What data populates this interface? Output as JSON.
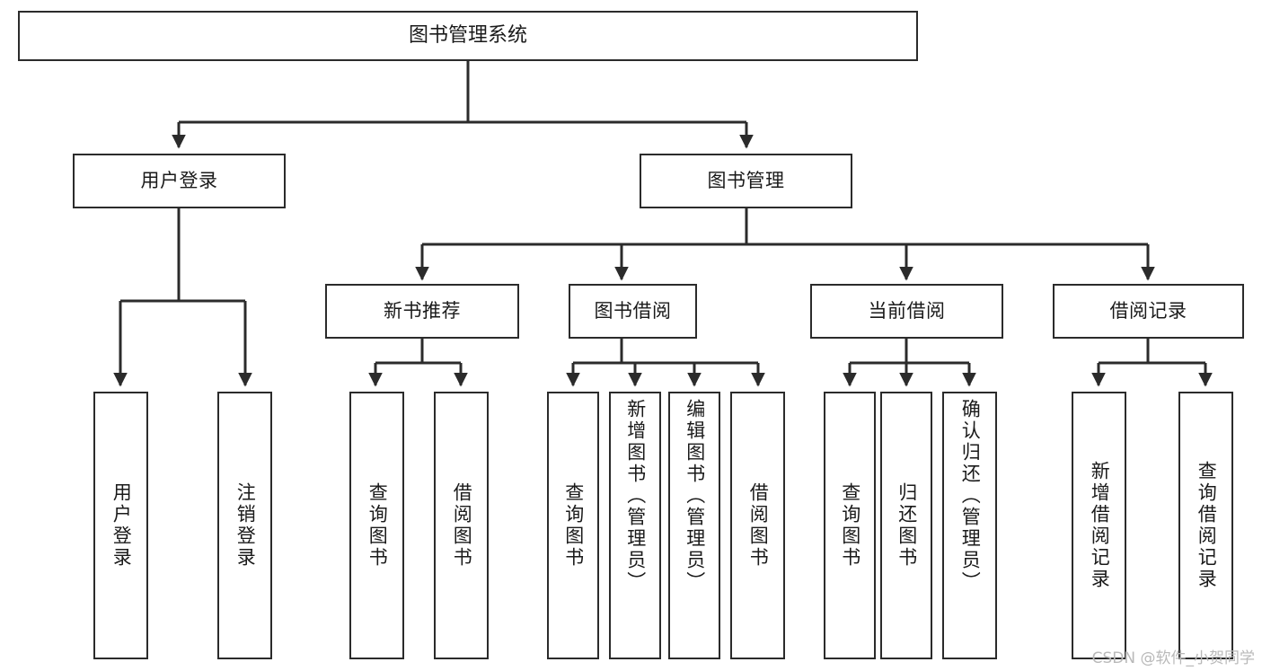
{
  "diagram": {
    "title": "图书管理系统",
    "type": "tree",
    "watermark": "CSDN @软件_小贺同学",
    "colors": {
      "box_border": "#2b2b2b",
      "box_fill": "#ffffff",
      "edge": "#2b2b2b",
      "text": "#1a1a1a",
      "watermark": "#b9b9b9",
      "background": "#ffffff"
    },
    "levels": {
      "root": "图书管理系统",
      "level2": [
        "用户登录",
        "图书管理"
      ],
      "level3": [
        "新书推荐",
        "图书借阅",
        "当前借阅",
        "借阅记录"
      ],
      "leaves": [
        "用户登录",
        "注销登录",
        "查询图书",
        "借阅图书",
        "查询图书",
        "新增图书（管理员）",
        "编辑图书（管理员）",
        "借阅图书",
        "查询图书",
        "归还图书",
        "确认归还（管理员）",
        "新增借阅记录",
        "查询借阅记录"
      ]
    },
    "nodes": {
      "root": {
        "label": "图书管理系统"
      },
      "user_login": {
        "label": "用户登录"
      },
      "book_manage": {
        "label": "图书管理"
      },
      "new_book_rec": {
        "label": "新书推荐"
      },
      "book_borrow": {
        "label": "图书借阅"
      },
      "current_borrow": {
        "label": "当前借阅"
      },
      "borrow_record": {
        "label": "借阅记录"
      },
      "leaf_user_login": {
        "label": "用户登录"
      },
      "leaf_logout": {
        "label": "注销登录"
      },
      "leaf_query_book_1": {
        "label": "查询图书"
      },
      "leaf_borrow_book_1": {
        "label": "借阅图书"
      },
      "leaf_query_book_2": {
        "label": "查询图书"
      },
      "leaf_add_book": {
        "label": "新增图书（管理员）"
      },
      "leaf_edit_book": {
        "label": "编辑图书（管理员）"
      },
      "leaf_borrow_book_2": {
        "label": "借阅图书"
      },
      "leaf_query_book_3": {
        "label": "查询图书"
      },
      "leaf_return_book": {
        "label": "归还图书"
      },
      "leaf_confirm_return": {
        "label": "确认归还（管理员）"
      },
      "leaf_add_record": {
        "label": "新增借阅记录"
      },
      "leaf_query_record": {
        "label": "查询借阅记录"
      }
    },
    "edges": [
      {
        "from": "root",
        "to": "user_login"
      },
      {
        "from": "root",
        "to": "book_manage"
      },
      {
        "from": "user_login",
        "to": "leaf_user_login"
      },
      {
        "from": "user_login",
        "to": "leaf_logout"
      },
      {
        "from": "book_manage",
        "to": "new_book_rec"
      },
      {
        "from": "book_manage",
        "to": "book_borrow"
      },
      {
        "from": "book_manage",
        "to": "current_borrow"
      },
      {
        "from": "book_manage",
        "to": "borrow_record"
      },
      {
        "from": "new_book_rec",
        "to": "leaf_query_book_1"
      },
      {
        "from": "new_book_rec",
        "to": "leaf_borrow_book_1"
      },
      {
        "from": "book_borrow",
        "to": "leaf_query_book_2"
      },
      {
        "from": "book_borrow",
        "to": "leaf_add_book"
      },
      {
        "from": "book_borrow",
        "to": "leaf_edit_book"
      },
      {
        "from": "book_borrow",
        "to": "leaf_borrow_book_2"
      },
      {
        "from": "current_borrow",
        "to": "leaf_query_book_3"
      },
      {
        "from": "current_borrow",
        "to": "leaf_return_book"
      },
      {
        "from": "current_borrow",
        "to": "leaf_confirm_return"
      },
      {
        "from": "borrow_record",
        "to": "leaf_add_record"
      },
      {
        "from": "borrow_record",
        "to": "leaf_query_record"
      }
    ]
  }
}
